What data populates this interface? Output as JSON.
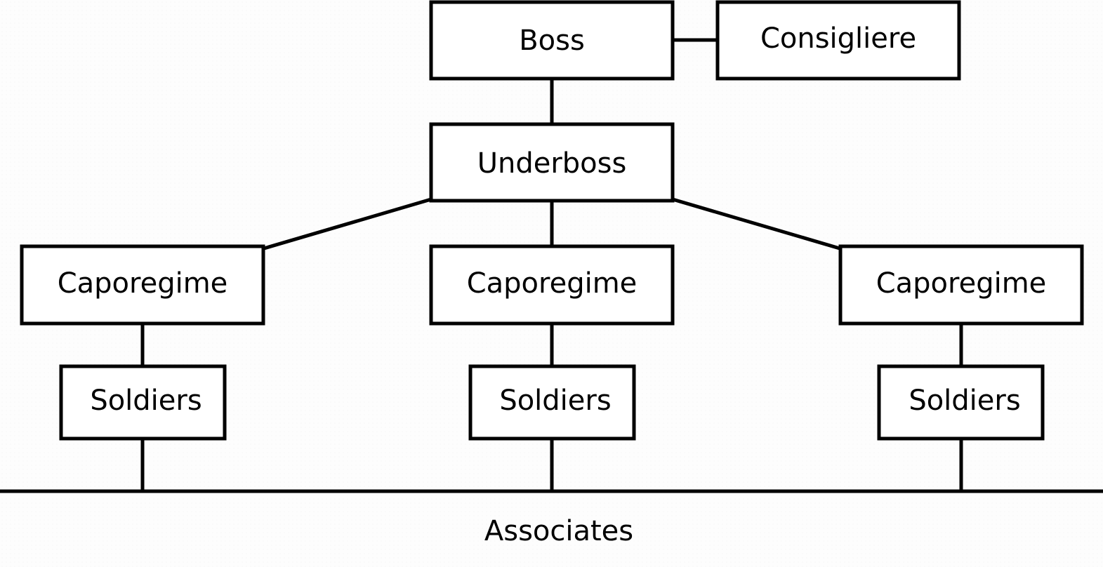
{
  "org_chart": {
    "boss": "Boss",
    "consigliere": "Consigliere",
    "underboss": "Underboss",
    "caporegimes": [
      "Caporegime",
      "Caporegime",
      "Caporegime"
    ],
    "soldiers": [
      "Soldiers",
      "Soldiers",
      "Soldiers"
    ],
    "associates": "Associates"
  },
  "colors": {
    "stroke": "#000000",
    "box_fill": "#ffffff",
    "background": "#fdfdfd"
  }
}
